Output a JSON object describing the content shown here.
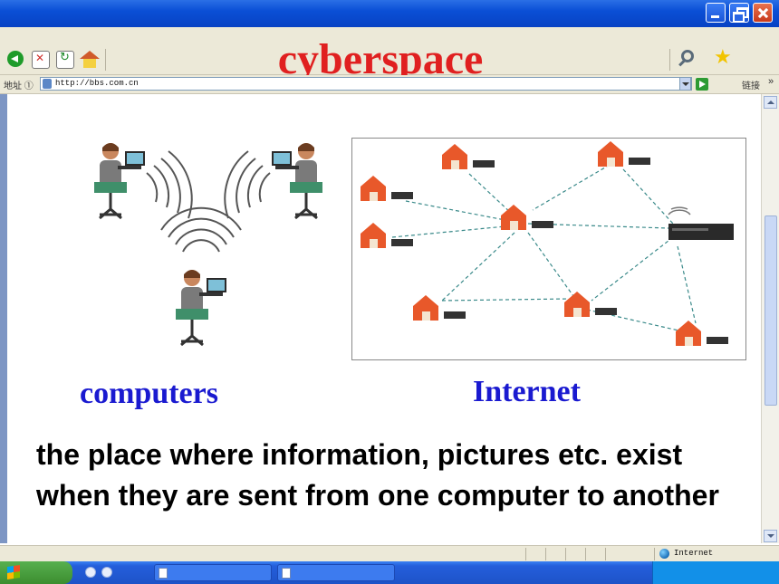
{
  "window": {
    "title_controls": [
      "minimize",
      "maximize",
      "close"
    ]
  },
  "slide": {
    "title": "cyberspace",
    "left_caption": "computers",
    "right_caption": "Internet",
    "definition": "the place where information, pictures etc. exist when they are sent from one computer to another"
  },
  "address_bar": {
    "label": "地址 ①",
    "url": "http://bbs.com.cn",
    "links_label": "链接"
  },
  "status_bar": {
    "zone": "Internet"
  },
  "colors": {
    "title": "#e02020",
    "caption": "#1a1ad0",
    "titlebar": "#0a4fd6"
  }
}
